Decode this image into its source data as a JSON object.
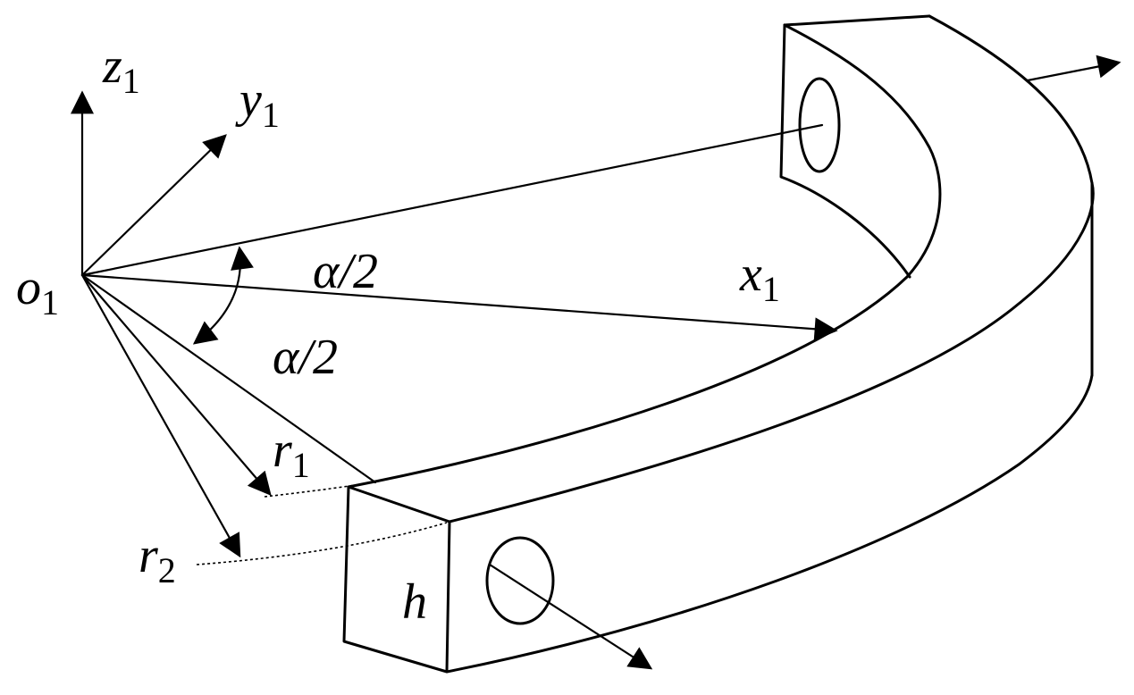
{
  "labels": {
    "z_axis": "z",
    "z_sub": "1",
    "y_axis": "y",
    "y_sub": "1",
    "x_axis": "x",
    "x_sub": "1",
    "origin": "o",
    "origin_sub": "1",
    "half_angle_upper": "α/2",
    "half_angle_lower": "α/2",
    "inner_radius": "r",
    "inner_radius_sub": "1",
    "outer_radius": "r",
    "outer_radius_sub": "2",
    "height": "h"
  },
  "colors": {
    "ink": "#000000",
    "background": "#ffffff"
  }
}
